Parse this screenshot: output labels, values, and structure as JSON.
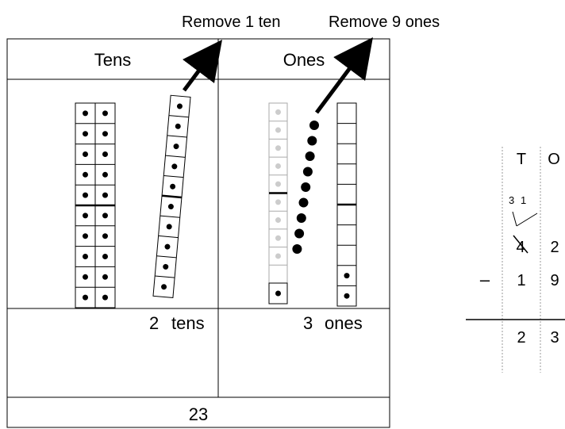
{
  "annotations": {
    "remove_ten": "Remove 1 ten",
    "remove_ones": "Remove 9 ones"
  },
  "place_value_chart": {
    "headers": [
      "Tens",
      "Ones"
    ],
    "result_tens_value": "2",
    "result_tens_unit": "tens",
    "result_ones_value": "3",
    "result_ones_unit": "ones",
    "total": "23"
  },
  "tens_blocks": {
    "kept_rods": 2,
    "removed_rods": 1,
    "cells_per_rod": 10
  },
  "ones_blocks": {
    "faded_column_cells": 10,
    "faded_column_dots": 9,
    "removed_ones": 9,
    "remaining_ones": 3
  },
  "column_subtraction": {
    "headers": [
      "T",
      "O"
    ],
    "regroup_marks": [
      "3",
      "1"
    ],
    "top": [
      "4",
      "2"
    ],
    "operator": "–",
    "subtrahend": [
      "1",
      "9"
    ],
    "result": [
      "2",
      "3"
    ]
  }
}
